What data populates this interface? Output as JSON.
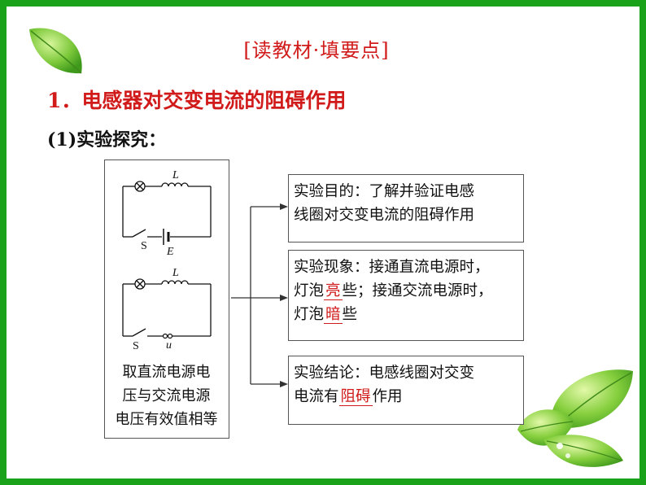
{
  "section_title": "[读教材·填要点]",
  "heading1": "1．电感器对交变电流的阻碍作用",
  "heading2": "(1)实验探究：",
  "circuit_labels": {
    "inductor_top": "L",
    "switch_top": "S",
    "battery": "E",
    "inductor_bottom": "L",
    "switch_bottom": "S",
    "ac_source": "u"
  },
  "left_caption": "取直流电源电\n压与交流电源\n电压有效值相等",
  "boxes": {
    "purpose": {
      "line1": "实验目的：了解并验证电感",
      "line2": "线圈对交变电流的阻碍作用"
    },
    "phenomenon": {
      "line1": "实验现象：接通直流电源时，",
      "line2_pre": "灯泡",
      "line2_fill": "亮",
      "line2_post": "些；接通交流电源时，",
      "line3_pre": "灯泡",
      "line3_fill": "暗",
      "line3_post": "些"
    },
    "conclusion": {
      "line1": "实验结论：电感线圈对交变",
      "line2_pre": "电流有",
      "line2_fill": "阻碍",
      "line2_post": "作用"
    }
  },
  "colors": {
    "border_green": "#1aa21a",
    "title_red": "#d11b1b",
    "text": "#111111"
  }
}
